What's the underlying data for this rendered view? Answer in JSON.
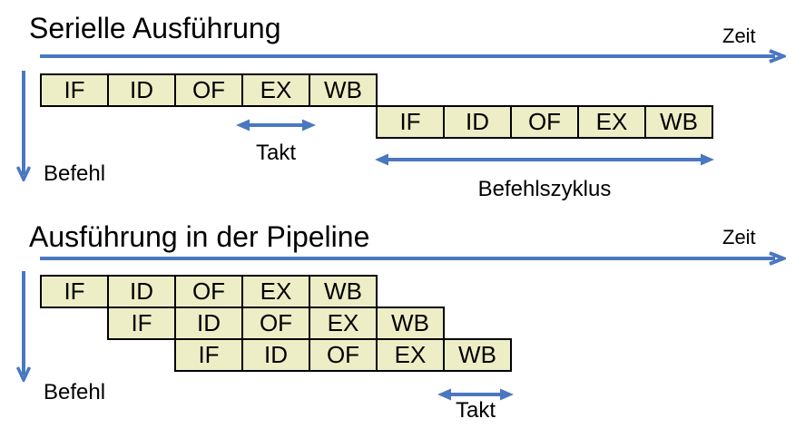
{
  "colors": {
    "accent": "#4A78C0",
    "box_fill": "#EDEEC6",
    "box_border": "#000000",
    "text": "#000000",
    "background": "#FFFFFF"
  },
  "serial": {
    "title": "Serielle Ausführung",
    "zeit_label": "Zeit",
    "befehl_label": "Befehl",
    "takt_label": "Takt",
    "befehlszyklus_label": "Befehlszyklus",
    "rows": [
      {
        "stages": [
          "IF",
          "ID",
          "OF",
          "EX",
          "WB"
        ]
      },
      {
        "stages": [
          "IF",
          "ID",
          "OF",
          "EX",
          "WB"
        ]
      }
    ]
  },
  "pipeline": {
    "title": "Ausführung in der Pipeline",
    "zeit_label": "Zeit",
    "befehl_label": "Befehl",
    "takt_label": "Takt",
    "rows": [
      {
        "stages": [
          "IF",
          "ID",
          "OF",
          "EX",
          "WB"
        ]
      },
      {
        "stages": [
          "IF",
          "ID",
          "OF",
          "EX",
          "WB"
        ]
      },
      {
        "stages": [
          "IF",
          "ID",
          "OF",
          "EX",
          "WB"
        ]
      }
    ]
  }
}
